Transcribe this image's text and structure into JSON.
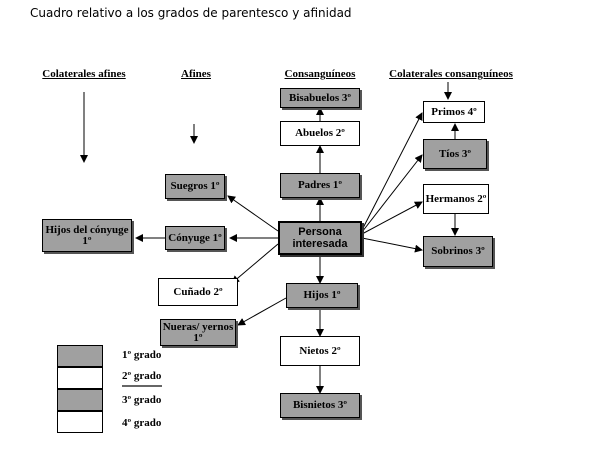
{
  "title": "Cuadro relativo a los grados de parentesco y afinidad",
  "columns": {
    "colaterales_afines": "Colaterales afines",
    "afines": "Afines",
    "consanguineos": "Consanguíneos",
    "colaterales_consanguineos": "Colaterales consanguíneos"
  },
  "nodes": {
    "bisabuelos": "Bisabuelos 3º",
    "abuelos": "Abuelos 2º",
    "padres": "Padres 1º",
    "persona": "Persona interesada",
    "hijos": "Hijos 1º",
    "nietos": "Nietos 2º",
    "bisnietos": "Bisnietos 3º",
    "suegros": "Suegros 1º",
    "conyuge": "Cónyuge 1º",
    "cunado": "Cuñado 2º",
    "nueras": "Nueras/ yernos 1º",
    "hijos_conyuge": "Hijos del cónyuge 1º",
    "primos": "Primos 4º",
    "tios": "Tíos 3º",
    "hermanos": "Hermanos 2º",
    "sobrinos": "Sobrinos 3º"
  },
  "legend": {
    "grado1": "1º grado",
    "grado2": "2º grado",
    "grado3": "3º grado",
    "grado4": "4º grado",
    "colors": {
      "shaded": "#a0a0a0",
      "plain": "#ffffff"
    }
  }
}
